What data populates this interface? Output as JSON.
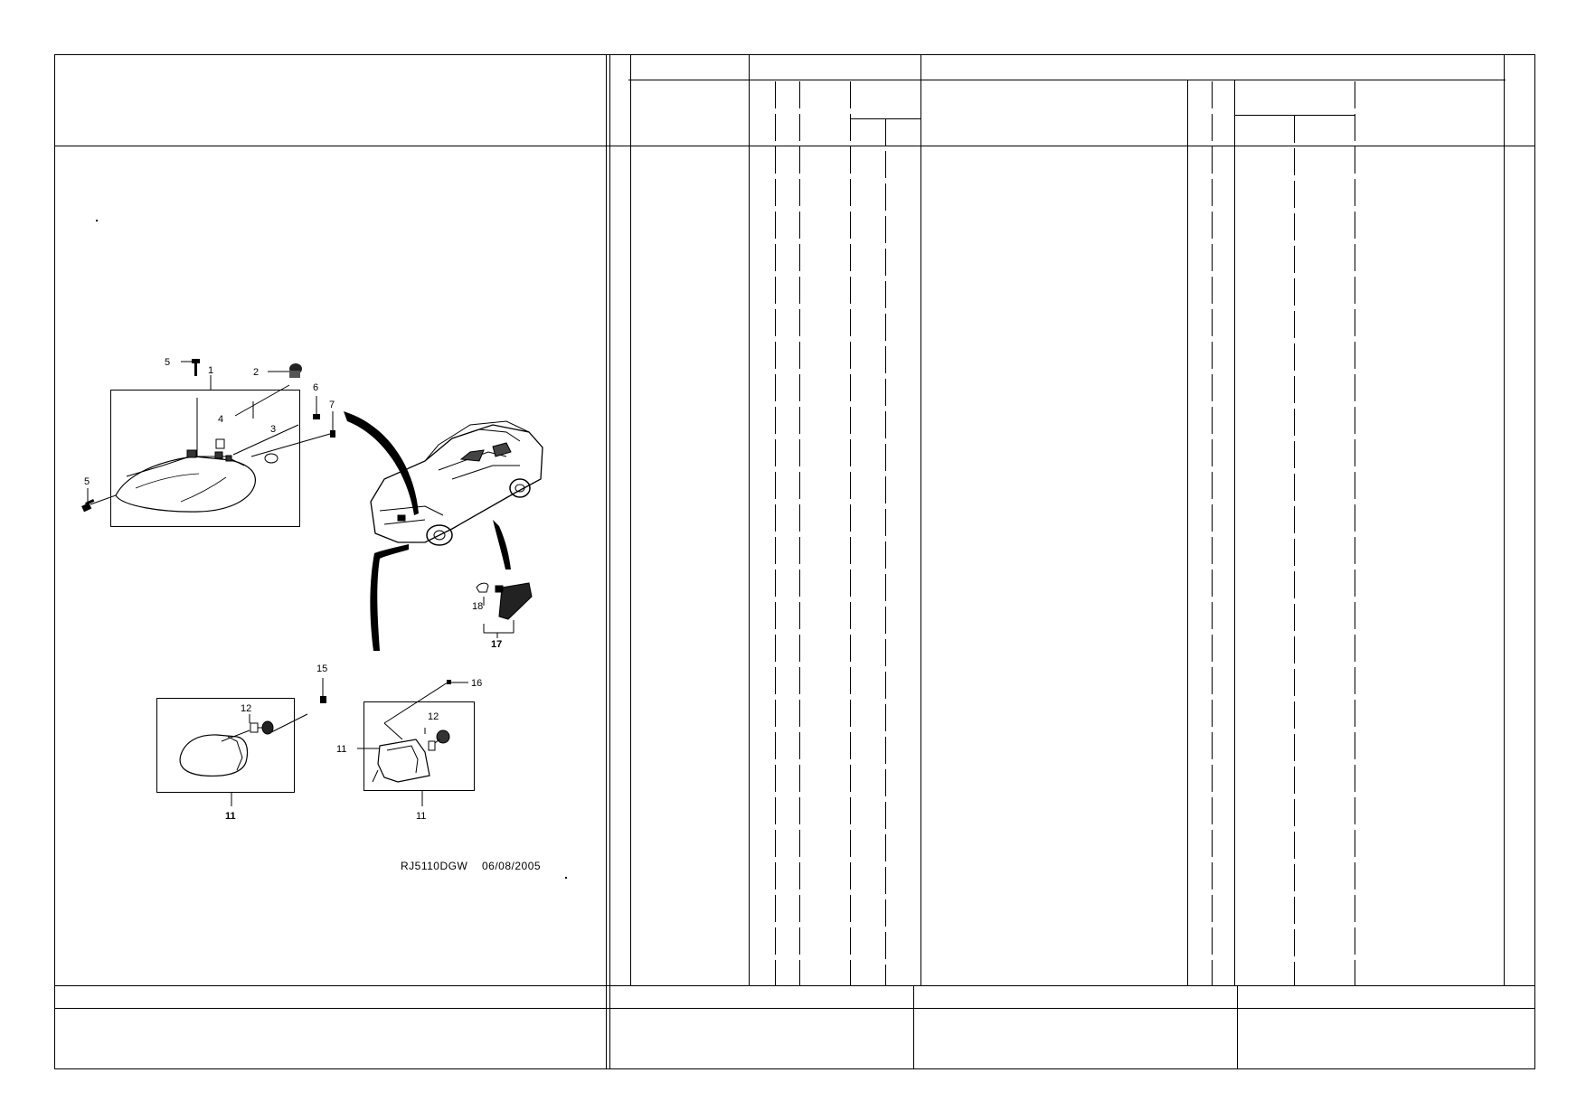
{
  "diagram": {
    "code": "RJ5110DGW",
    "date": "06/08/2005",
    "callouts": {
      "c1": "1",
      "c2": "2",
      "c3": "3",
      "c4": "4",
      "c5a": "5",
      "c5b": "5",
      "c6": "6",
      "c7": "7",
      "c11a": "11",
      "c11b": "11",
      "c11c": "11",
      "c12a": "12",
      "c12b": "12",
      "c15": "15",
      "c16": "16",
      "c17": "17",
      "c18": "18"
    }
  }
}
